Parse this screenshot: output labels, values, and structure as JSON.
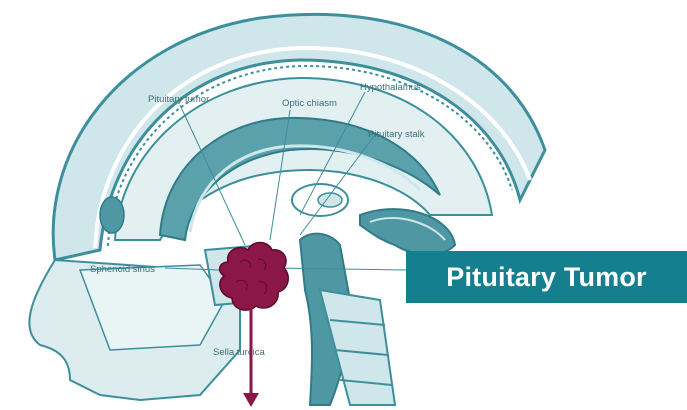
{
  "labels": {
    "pituitary_tumor_small": "Pituitary tumor",
    "optic_chiasm": "Optic chiasm",
    "hypothalamus": "Hypothalamus",
    "pituitary_stalk": "Pituitary stalk",
    "sphenoid_sinus": "Sphenoid sinus",
    "sella_turcica": "Sella turcica"
  },
  "callout": {
    "title": "Pituitary Tumor"
  },
  "colors": {
    "anatomy_dark": "#3d8f9b",
    "anatomy_light": "#cfe6ea",
    "tumor": "#8a1747",
    "arrow": "#8a1747",
    "callout_bg": "#147f8e"
  }
}
